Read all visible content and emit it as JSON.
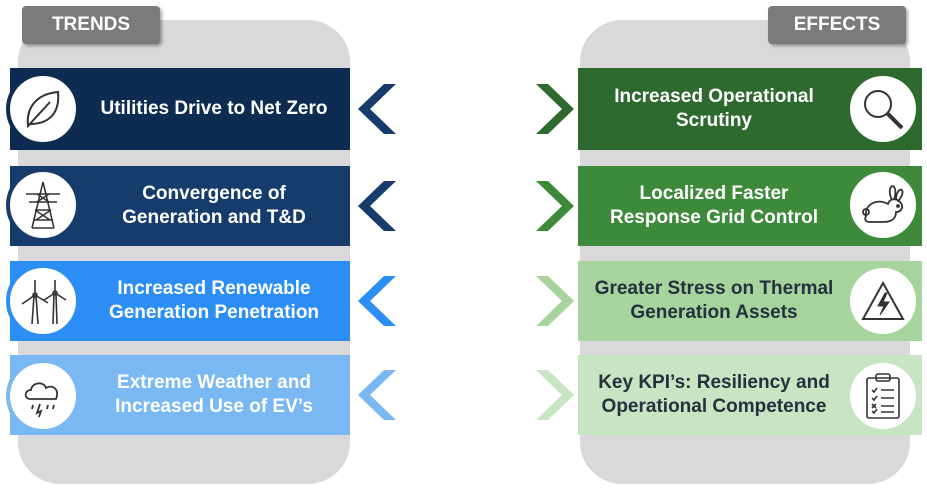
{
  "trends": {
    "title": "TRENDS",
    "items": [
      {
        "line1": "Utilities Drive to Net Zero",
        "line2": "",
        "color": "#0e2c52",
        "icon": "leaf-icon"
      },
      {
        "line1": "Convergence of",
        "line2": "Generation and T&D",
        "color": "#163c6c",
        "icon": "transmission-tower-icon"
      },
      {
        "line1": "Increased Renewable",
        "line2": "Generation Penetration",
        "color": "#2b8ef4",
        "icon": "wind-turbine-icon"
      },
      {
        "line1": "Extreme Weather and",
        "line2": "Increased Use of EV’s",
        "color": "#7ab8f4",
        "icon": "storm-cloud-icon"
      }
    ]
  },
  "effects": {
    "title": "EFFECTS",
    "items": [
      {
        "line1": "Increased Operational",
        "line2": "Scrutiny",
        "color": "#2e6a2e",
        "icon": "magnifier-icon"
      },
      {
        "line1": "Localized Faster",
        "line2": "Response Grid Control",
        "color": "#3c8a3a",
        "icon": "rabbit-icon"
      },
      {
        "line1": "Greater Stress on Thermal",
        "line2": "Generation Assets",
        "color": "#a6d49c",
        "icon": "high-voltage-icon"
      },
      {
        "line1": "Key KPI’s: Resiliency and",
        "line2": "Operational Competence",
        "color": "#c7e4c3",
        "icon": "checklist-icon"
      }
    ]
  },
  "colors": {
    "panel": "#d9d9db",
    "tag": "#7b7b7b",
    "left_chevrons": [
      "#163c6c",
      "#163c6c",
      "#2b8ef4",
      "#7ab8f4"
    ],
    "right_chevrons": [
      "#2e6a2e",
      "#3c8a3a",
      "#a6d49c",
      "#c7e4c3"
    ],
    "effects_text": [
      "#ffffff",
      "#ffffff",
      "#25313d",
      "#25313d"
    ]
  }
}
